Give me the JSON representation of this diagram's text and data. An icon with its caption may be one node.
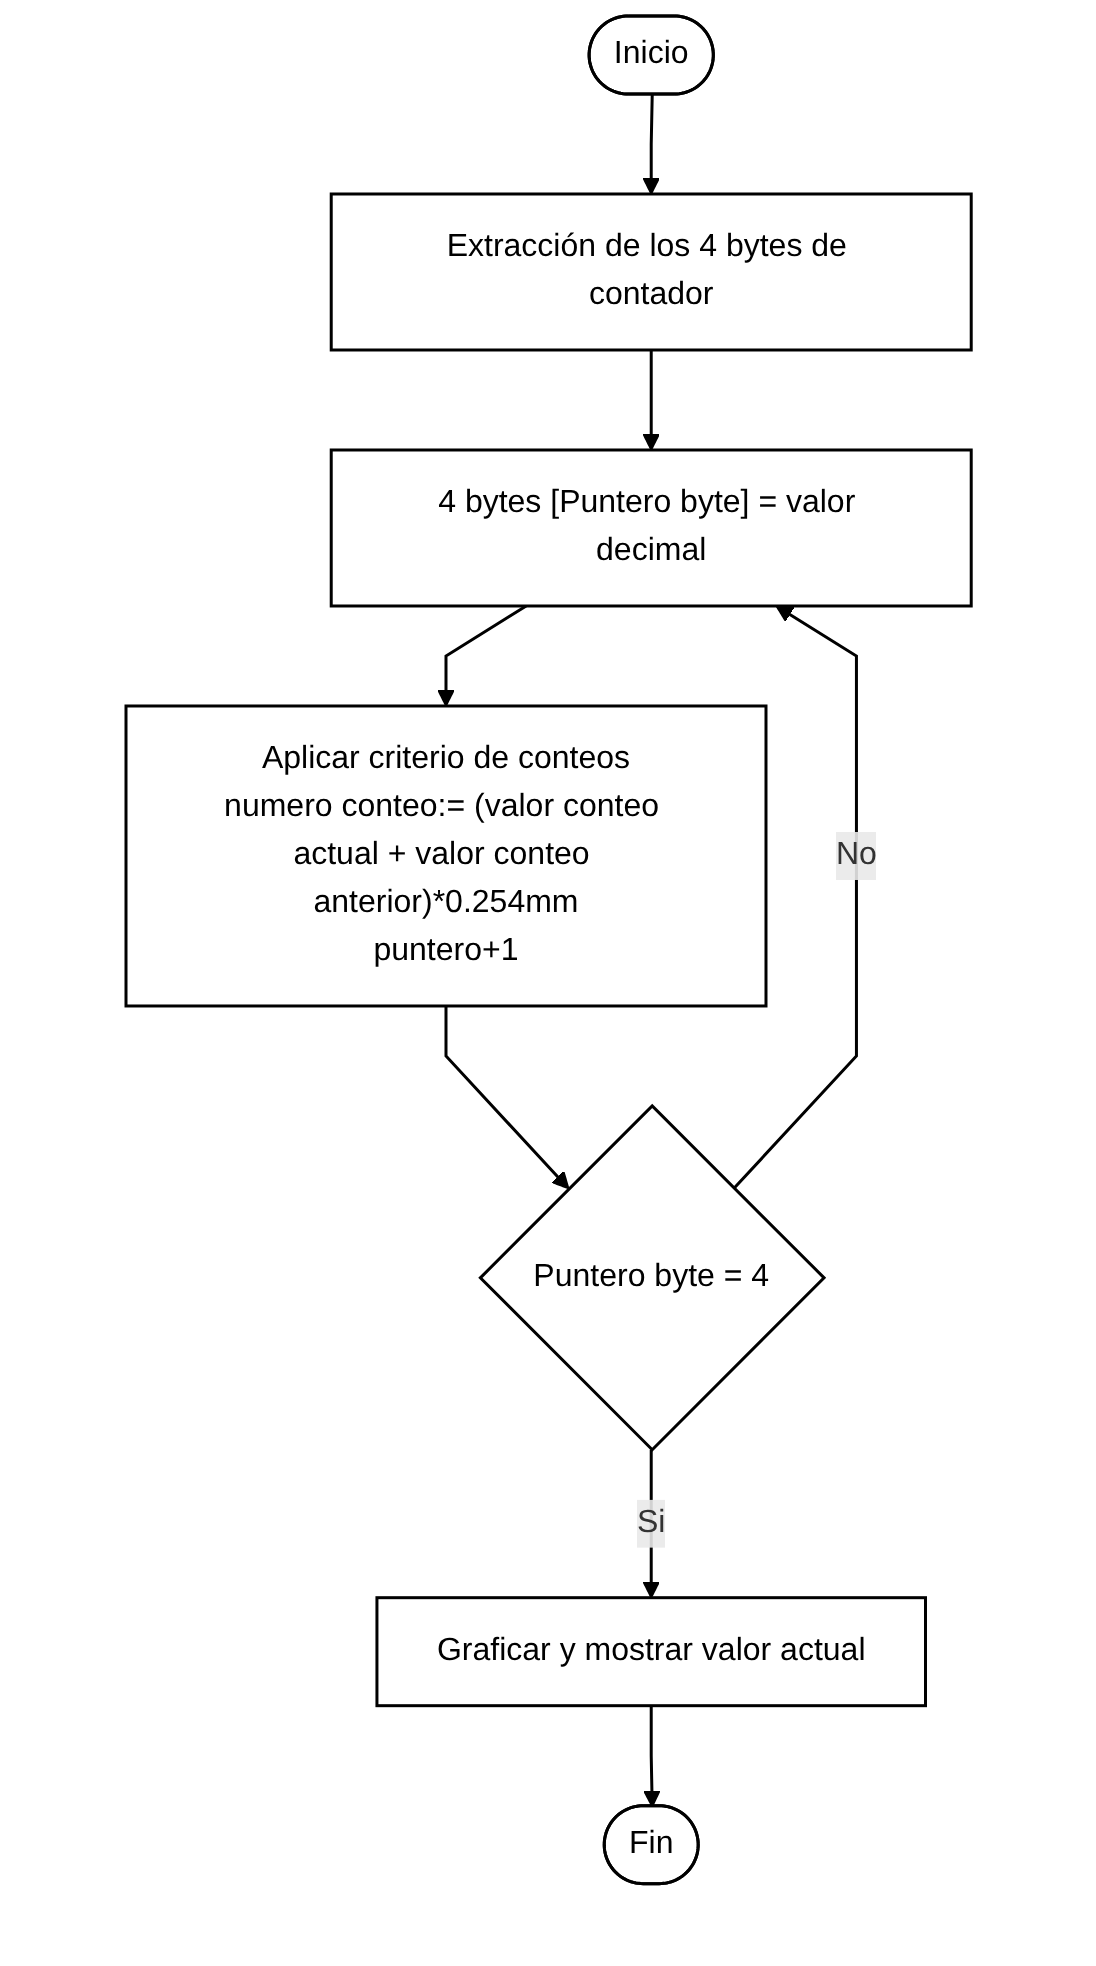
{
  "diagram": {
    "nodes": [
      {
        "text": [
          "Inicio"
        ]
      },
      {
        "text": [
          "Extracción de los 4 bytes de contador"
        ]
      },
      {
        "text": [
          "4 bytes [Puntero byte] = valor decimal"
        ]
      },
      {
        "text": [
          "Aplicar criterio de conteos",
          "numero conteo:= (valor conteo actual + valor conteo anterior)*0.254mm",
          "puntero+1"
        ]
      },
      {
        "text": [
          "Puntero byte = 4"
        ]
      },
      {
        "text": [
          "Graficar y mostrar valor actual"
        ]
      },
      {
        "text": [
          "Fin"
        ]
      }
    ],
    "edges": [
      {
        "from": 0,
        "to": 1,
        "arrow": "to"
      },
      {
        "from": 1,
        "to": 2,
        "arrow": "to"
      },
      {
        "from": 2,
        "to": 3,
        "arrow": "to"
      },
      {
        "from": 3,
        "to": 4,
        "arrow": "to"
      },
      {
        "from": 4,
        "to": 2,
        "arrow": "to",
        "label": "No"
      },
      {
        "from": 4,
        "to": 5,
        "arrow": "to",
        "label": "Si"
      },
      {
        "from": 5,
        "to": 6,
        "arrow": "to"
      }
    ]
  }
}
